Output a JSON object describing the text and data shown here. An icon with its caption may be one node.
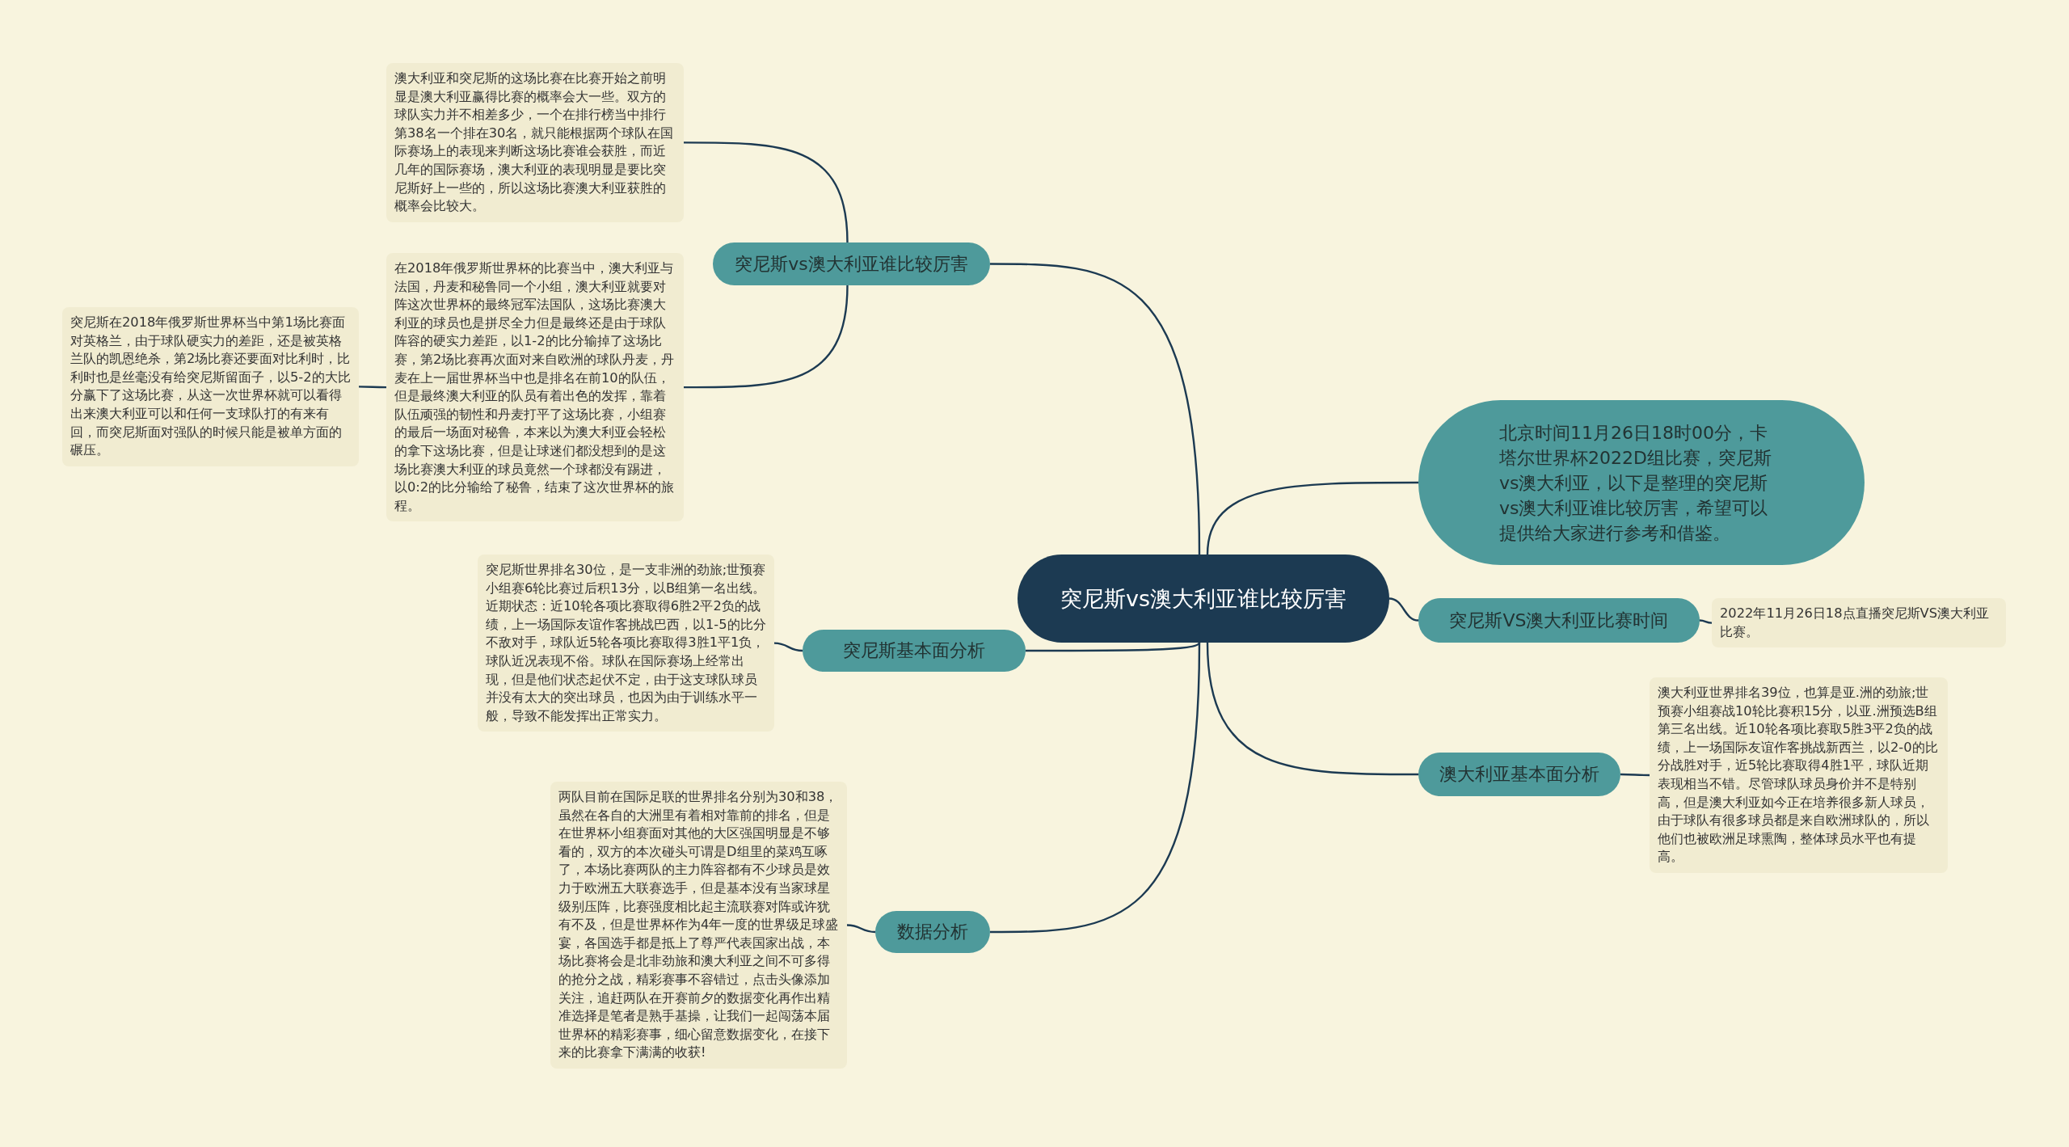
{
  "diagram": {
    "nodes": [
      {
        "text": [
          "突尼斯vs澳大利亚谁比较厉害"
        ]
      },
      {
        "text": [
          "突尼斯vs澳大利亚谁比较厉害"
        ]
      },
      {
        "text": [
          "澳大利亚和突尼斯的这场比赛在比赛开始之前明显是澳大利亚赢得比赛的概率会大一些。双方的球队实力并不相差多少，一个在排行榜当中排行第38名一个排在30名，就只能根据两个球队在国际赛场上的表现来判断这场比赛谁会获胜，而近几年的国际赛场，澳大利亚的表现明显是要比突尼斯好上一些的，所以这场比赛澳大利亚获胜的概率会比较大。"
        ]
      },
      {
        "text": [
          "在2018年俄罗斯世界杯的比赛当中，澳大利亚与法国，丹麦和秘鲁同一个小组，澳大利亚就要对阵这次世界杯的最终冠军法国队，这场比赛澳大利亚的球员也是拼尽全力但是最终还是由于球队阵容的硬实力差距，以1-2的比分输掉了这场比赛，第2场比赛再次面对来自欧洲的球队丹麦，丹麦在上一届世界杯当中也是排名在前10的队伍，但是最终澳大利亚的队员有着出色的发挥，靠着队伍顽强的韧性和丹麦打平了这场比赛，小组赛的最后一场面对秘鲁，本来以为澳大利亚会轻松的拿下这场比赛，但是让球迷们都没想到的是这场比赛澳大利亚的球员竟然一个球都没有踢进，以0:2的比分输给了秘鲁，结束了这次世界杯的旅程。"
        ]
      },
      {
        "text": [
          "突尼斯在2018年俄罗斯世界杯当中第1场比赛面对英格兰，由于球队硬实力的差距，还是被英格兰队的凯恩绝杀，第2场比赛还要面对比利时，比利时也是丝毫没有给突尼斯留面子，以5-2的大比分赢下了这场比赛，从这一次世界杯就可以看得出来澳大利亚可以和任何一支球队打的有来有回，而突尼斯面对强队的时候只能是被单方面的碾压。"
        ]
      },
      {
        "text": [
          "北京时间11月26日18时00分，卡塔尔世界杯2022D组比赛，突尼斯vs澳大利亚，以下是整理的突尼斯vs澳大利亚谁比较厉害，希望可以提供给大家进行参考和借鉴。"
        ]
      },
      {
        "text": [
          "突尼斯VS澳大利亚比赛时间"
        ]
      },
      {
        "text": [
          "2022年11月26日18点直播突尼斯VS澳大利亚比赛。"
        ]
      },
      {
        "text": [
          "突尼斯基本面分析"
        ]
      },
      {
        "text": [
          "突尼斯世界排名30位，是一支非洲的劲旅;世预赛小组赛6轮比赛过后积13分，以B组第一名出线。近期状态：近10轮各项比赛取得6胜2平2负的战绩，上一场国际友谊作客挑战巴西，以1-5的比分不敌对手，球队近5轮各项比赛取得3胜1平1负，球队近况表现不俗。球队在国际赛场上经常出现，但是他们状态起伏不定，由于这支球队球员并没有太大的突出球员，也因为由于训练水平一般，导致不能发挥出正常实力。"
        ]
      },
      {
        "text": [
          "澳大利亚基本面分析"
        ]
      },
      {
        "text": [
          "澳大利亚世界排名39位，也算是亚.洲的劲旅;世预赛小组赛战10轮比赛积15分，以亚.洲预选B组第三名出线。近10轮各项比赛取5胜3平2负的战绩，上一场国际友谊作客挑战新西兰，以2-0的比分战胜对手，近5轮比赛取得4胜1平，球队近期表现相当不错。尽管球队球员身价并不是特别高，但是澳大利亚如今正在培养很多新人球员，由于球队有很多球员都是来自欧洲球队的，所以他们也被欧洲足球熏陶，整体球员水平也有提高。"
        ]
      },
      {
        "text": [
          "数据分析"
        ]
      },
      {
        "text": [
          "两队目前在国际足联的世界排名分别为30和38，虽然在各自的大洲里有着相对靠前的排名，但是在世界杯小组赛面对其他的大区强国明显是不够看的，双方的本次碰头可谓是D组里的菜鸡互啄了，本场比赛两队的主力阵容都有不少球员是效力于欧洲五大联赛选手，但是基本没有当家球星级别压阵，比赛强度相比起主流联赛对阵或许犹有不及，但是世界杯作为4年一度的世界级足球盛宴，各国选手都是抵上了尊严代表国家出战，本场比赛将会是北非劲旅和澳大利亚之间不可多得的抢分之战，精彩赛事不容错过，点击头像添加关注，追赶两队在开赛前夕的数据变化再作出精准选择是笔者是熟手基操，让我们一起闯荡本届世界杯的精彩赛事，细心留意数据变化，在接下来的比赛拿下满满的收获!"
        ]
      }
    ],
    "edges": [
      {
        "from": 0,
        "to": 1,
        "arrow": "none"
      },
      {
        "from": 1,
        "to": 2,
        "arrow": "none"
      },
      {
        "from": 1,
        "to": 3,
        "arrow": "none"
      },
      {
        "from": 3,
        "to": 4,
        "arrow": "none"
      },
      {
        "from": 0,
        "to": 5,
        "arrow": "none"
      },
      {
        "from": 0,
        "to": 6,
        "arrow": "none"
      },
      {
        "from": 6,
        "to": 7,
        "arrow": "none"
      },
      {
        "from": 0,
        "to": 8,
        "arrow": "none"
      },
      {
        "from": 8,
        "to": 9,
        "arrow": "none"
      },
      {
        "from": 0,
        "to": 10,
        "arrow": "none"
      },
      {
        "from": 10,
        "to": 11,
        "arrow": "none"
      },
      {
        "from": 0,
        "to": 12,
        "arrow": "none"
      },
      {
        "from": 12,
        "to": 13,
        "arrow": "none"
      }
    ]
  }
}
